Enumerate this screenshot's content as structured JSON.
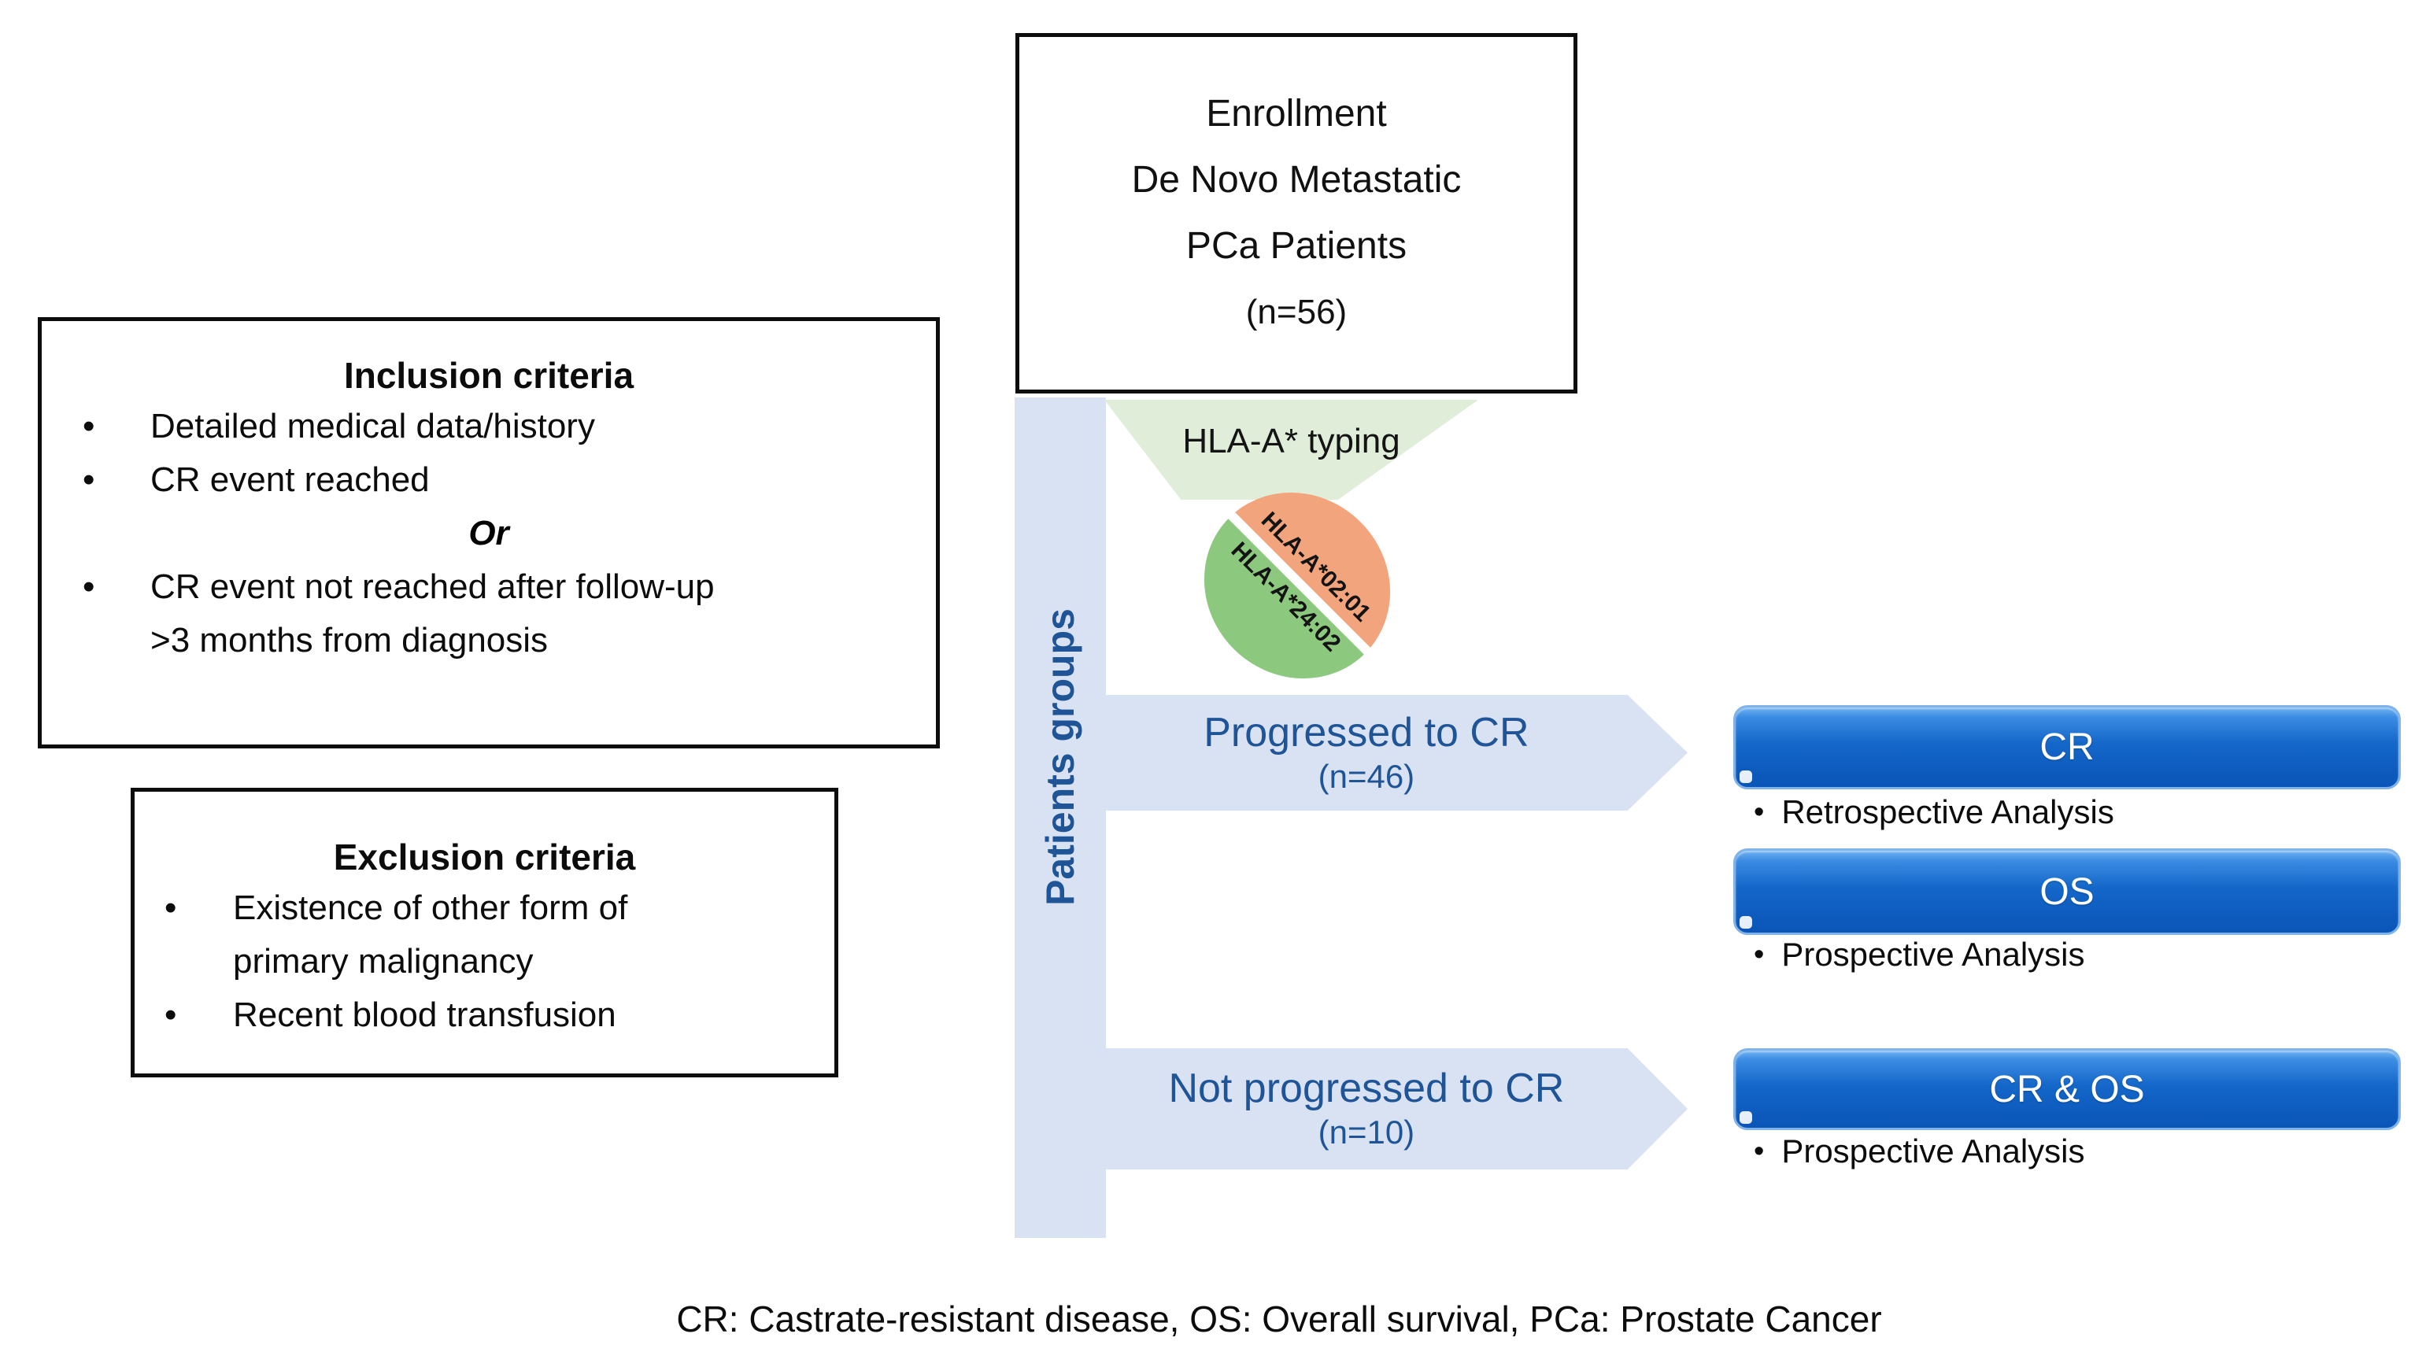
{
  "bullet_char": "•",
  "enrollment_box": {
    "line1": "Enrollment",
    "line2": "De Novo Metastatic",
    "line3": "PCa Patients",
    "line4": "(n=56)"
  },
  "inclusion_box": {
    "title": "Inclusion criteria",
    "bullet1": "Detailed medical data/history",
    "bullet2": "CR event reached",
    "or_label": "Or",
    "bullet3_line1": "CR event not reached after follow-up",
    "bullet3_line2": ">3 months from diagnosis"
  },
  "exclusion_box": {
    "title": "Exclusion criteria",
    "bullet1_line1": "Existence of other form of",
    "bullet1_line2": "primary malignancy",
    "bullet2": "Recent blood transfusion"
  },
  "patients_bar": {
    "label": "Patients groups"
  },
  "funnel": {
    "label": "HLA-A* typing"
  },
  "hla_circle": {
    "orange_label": "HLA-A*02:01",
    "green_label": "HLA-A*24:02"
  },
  "arrow_progressed": {
    "label": "Progressed to CR",
    "count": "(n=46)"
  },
  "arrow_not_progressed": {
    "label": "Not progressed to CR",
    "count": "(n=10)"
  },
  "outcome_cr": {
    "button_label": "CR",
    "note": "Retrospective Analysis"
  },
  "outcome_os": {
    "button_label": "OS",
    "note": "Prospective Analysis"
  },
  "outcome_cr_os": {
    "button_label": "CR & OS",
    "note": "Prospective Analysis"
  },
  "caption": "CR: Castrate-resistant disease, OS: Overall survival, PCa: Prostate Cancer",
  "colors": {
    "dark_blue_text": "#1F5597",
    "light_blue_fill": "#D8E2F2",
    "light_green_funnel": "#DFEDD9",
    "circle_green": "#8CC87E",
    "circle_orange": "#F2A47C",
    "button_blue_top": "#6FB2F1",
    "button_blue_bottom": "#0A55B8",
    "border_black": "#0D0D0D"
  }
}
